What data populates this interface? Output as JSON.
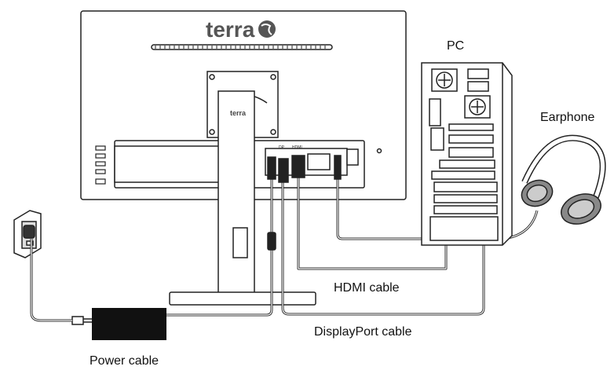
{
  "monitor": {
    "brand": "terra"
  },
  "labels": {
    "pc": "PC",
    "earphone": "Earphone",
    "hdmi_cable": "HDMI cable",
    "displayport_cable": "DisplayPort cable",
    "power_cable": "Power cable"
  },
  "ports": {
    "dp": "DP",
    "hdmi": "HDMI"
  },
  "colors": {
    "line": "#222222",
    "panel_fill": "#ffffff",
    "adapter": "#111111"
  }
}
